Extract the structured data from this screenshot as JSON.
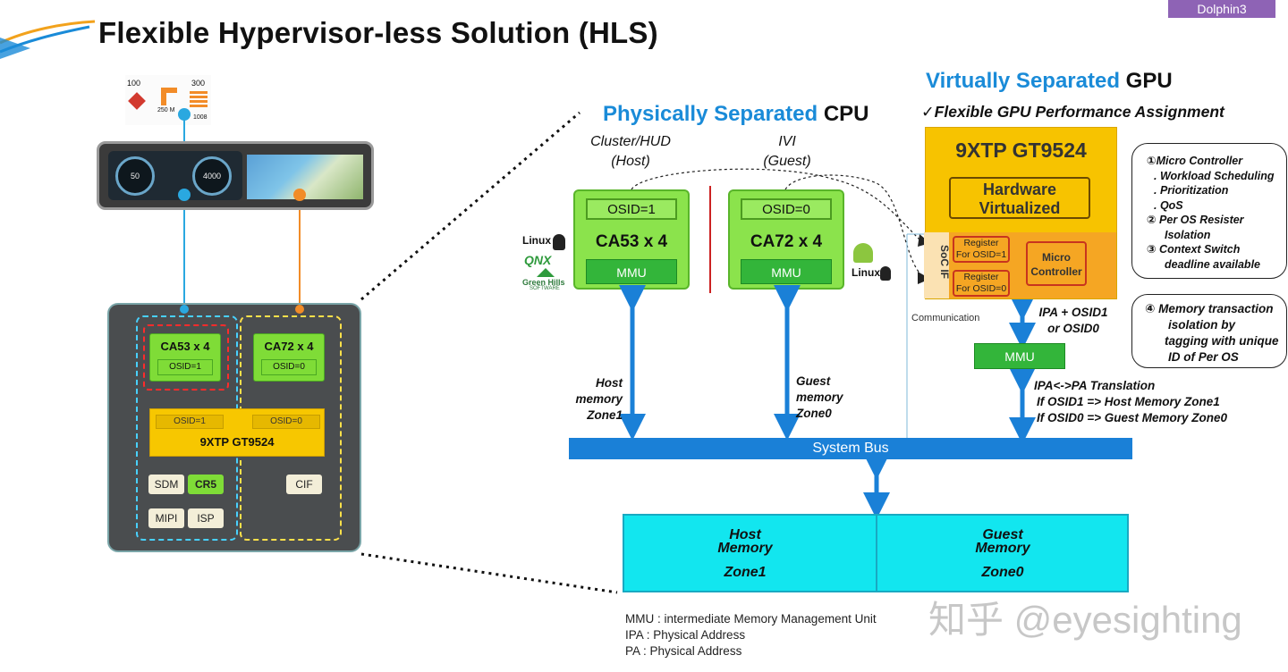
{
  "header": {
    "title": "Flexible Hypervisor-less Solution (HLS)",
    "tag": "Dolphin3"
  },
  "thumbnail": {
    "icon_values": [
      "100",
      "300",
      "250 M",
      "1008"
    ],
    "gauge_left": "50",
    "gauge_right": "4000"
  },
  "soc_left": {
    "cpu1_name": "CA53 x 4",
    "cpu1_osid": "OSID=1",
    "cpu2_name": "CA72 x 4",
    "cpu2_osid": "OSID=0",
    "gpu_osid1": "OSID=1",
    "gpu_osid0": "OSID=0",
    "gpu_name": "9XTP GT9524",
    "periph": [
      "SDM",
      "CR5",
      "MIPI",
      "ISP",
      "CIF"
    ]
  },
  "cpu_section": {
    "title_blue": "Physically Separated",
    "title_black": "CPU",
    "host_label_1": "Cluster/HUD",
    "host_label_2": "(Host)",
    "guest_label_1": "IVI",
    "guest_label_2": "(Guest)",
    "host": {
      "osid": "OSID=1",
      "name": "CA53 x 4",
      "mmu": "MMU"
    },
    "guest": {
      "osid": "OSID=0",
      "name": "CA72 x 4",
      "mmu": "MMU"
    },
    "host_os_logos": [
      "Linux",
      "QNX",
      "Green Hills"
    ],
    "host_os_sub": "SOFTWARE",
    "guest_os_logo": "Linux",
    "host_mem_label": [
      "Host",
      "memory",
      "Zone1"
    ],
    "guest_mem_label": [
      "Guest",
      "memory",
      "Zone0"
    ]
  },
  "gpu_section": {
    "title_blue": "Virtually Separated",
    "title_black": "GPU",
    "subtitle": "Flexible GPU Performance Assignment",
    "check": "✓",
    "gpu_name": "9XTP GT9524",
    "hw_virtualized_1": "Hardware",
    "hw_virtualized_2": "Virtualized",
    "soc_if": "SoC IF",
    "reg1_1": "Register",
    "reg1_2": "For OSID=1",
    "reg2_1": "Register",
    "reg2_2": "For OSID=0",
    "micro_1": "Micro",
    "micro_2": "Controller",
    "communication": "Communication",
    "ipa_1": "IPA + OSID1",
    "ipa_2": "or OSID0",
    "mmu": "MMU",
    "translation": [
      "IPA<->PA Translation",
      "If OSID1 => Host Memory Zone1",
      "If OSID0 => Guest Memory Zone0"
    ]
  },
  "notes": {
    "box1": [
      "①Micro Controller",
      ". Workload Scheduling",
      ". Prioritization",
      ". QoS",
      "② Per OS Resister",
      "Isolation",
      "③ Context Switch",
      "deadline available"
    ],
    "box2": [
      "④ Memory transaction",
      "isolation by",
      "tagging with unique",
      "ID of Per OS"
    ]
  },
  "system_bus": "System Bus",
  "memory": {
    "host_1": "Host",
    "host_2": "Memory",
    "host_3": "Zone1",
    "guest_1": "Guest",
    "guest_2": "Memory",
    "guest_3": "Zone0"
  },
  "legend": [
    "MMU : intermediate Memory Management Unit",
    "IPA : Physical Address",
    "PA : Physical Address"
  ],
  "watermark": "知乎 @eyesighting",
  "colors": {
    "accent_blue": "#1a8bd8",
    "bus_blue": "#1a80d7",
    "cpu_green": "#8be34c",
    "gpu_yellow": "#f7c300",
    "memory_cyan": "#12e6ef"
  }
}
